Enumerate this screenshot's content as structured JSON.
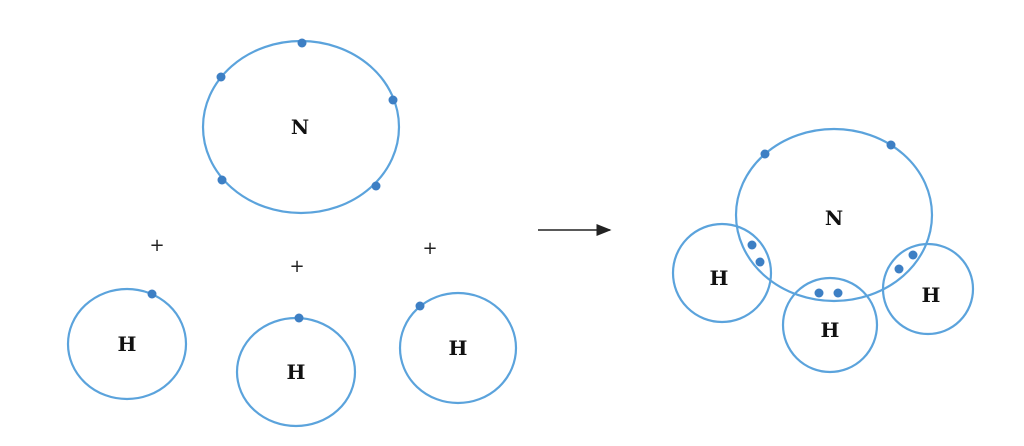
{
  "reactants": {
    "nitrogen": {
      "symbol": "N",
      "valence_electrons": 5
    },
    "hydrogens": [
      {
        "symbol": "H",
        "valence_electrons": 1
      },
      {
        "symbol": "H",
        "valence_electrons": 1
      },
      {
        "symbol": "H",
        "valence_electrons": 1
      }
    ],
    "plus_signs": [
      "+",
      "+",
      "+"
    ]
  },
  "product": {
    "nitrogen": {
      "symbol": "N",
      "lone_electrons": 2
    },
    "hydrogens": [
      {
        "symbol": "H",
        "shared_pair": 2
      },
      {
        "symbol": "H",
        "shared_pair": 2
      },
      {
        "symbol": "H",
        "shared_pair": 2
      }
    ]
  },
  "colors": {
    "orbit": "#5ba3dc",
    "electron": "#3d7fc4"
  }
}
